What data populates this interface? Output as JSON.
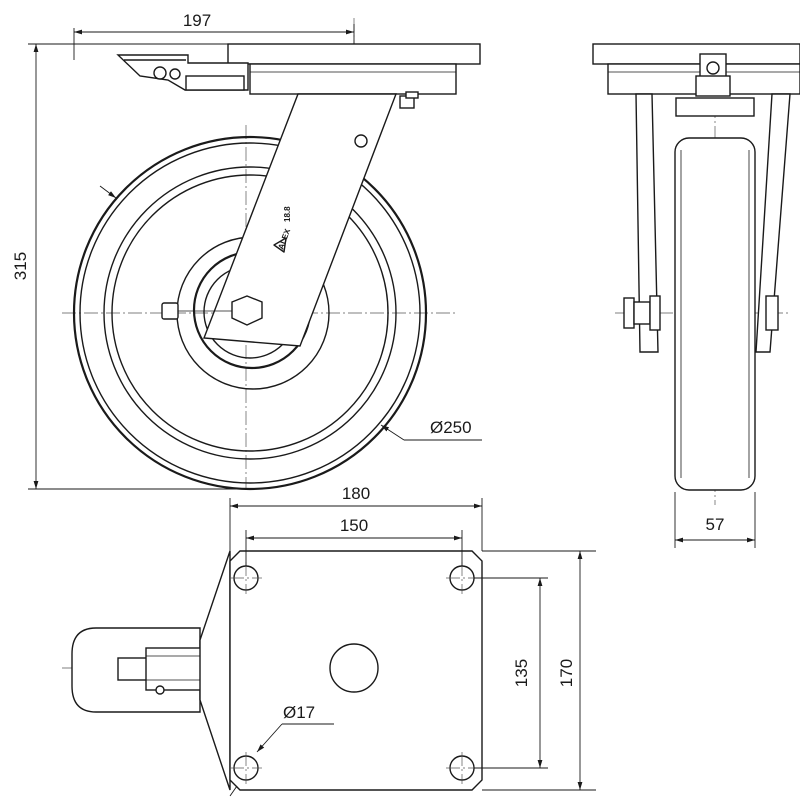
{
  "dimensions": {
    "side_view": {
      "swivel_offset": "197",
      "overall_height": "315",
      "wheel_diameter": "Ø250"
    },
    "end_view": {
      "wheel_width": "57"
    },
    "top_view": {
      "plate_width": "180",
      "bolt_spacing_x": "150",
      "bolt_spacing_y": "135",
      "plate_length": "170",
      "bolt_hole_diameter": "Ø17"
    }
  },
  "fork_markings": {
    "brand": "ALEX",
    "load": "18.8"
  }
}
